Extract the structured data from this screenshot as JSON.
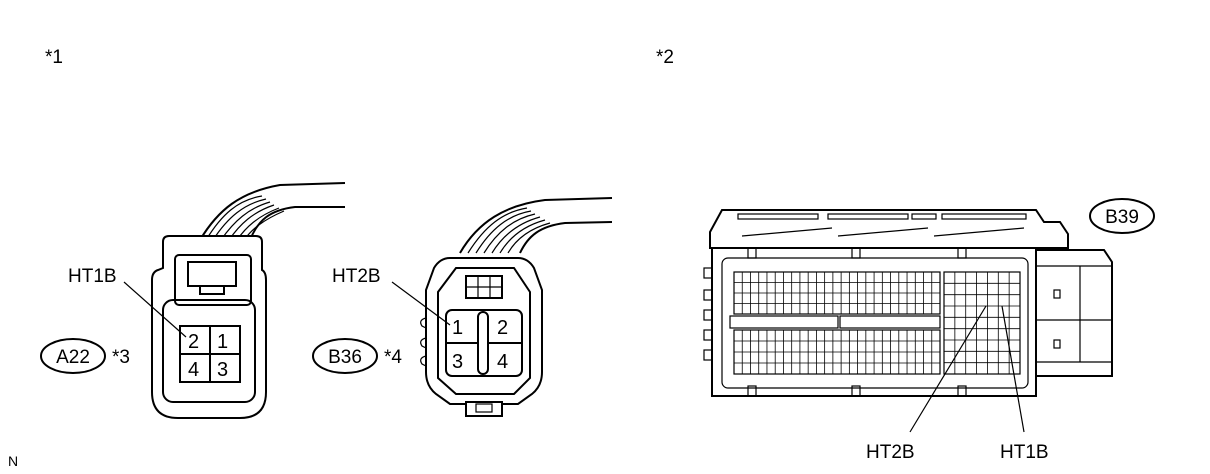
{
  "notes": {
    "n1": "*1",
    "n2": "*2",
    "n3": "*3",
    "n4": "*4"
  },
  "corner_mark": "N",
  "connector_a22": {
    "code": "A22",
    "terminal_label": "HT1B",
    "pins": [
      "2",
      "1",
      "4",
      "3"
    ]
  },
  "connector_b36": {
    "code": "B36",
    "terminal_label": "HT2B",
    "pins": [
      "1",
      "2",
      "3",
      "4"
    ]
  },
  "connector_b39": {
    "code": "B39",
    "terminal_labels": [
      "HT2B",
      "HT1B"
    ]
  }
}
